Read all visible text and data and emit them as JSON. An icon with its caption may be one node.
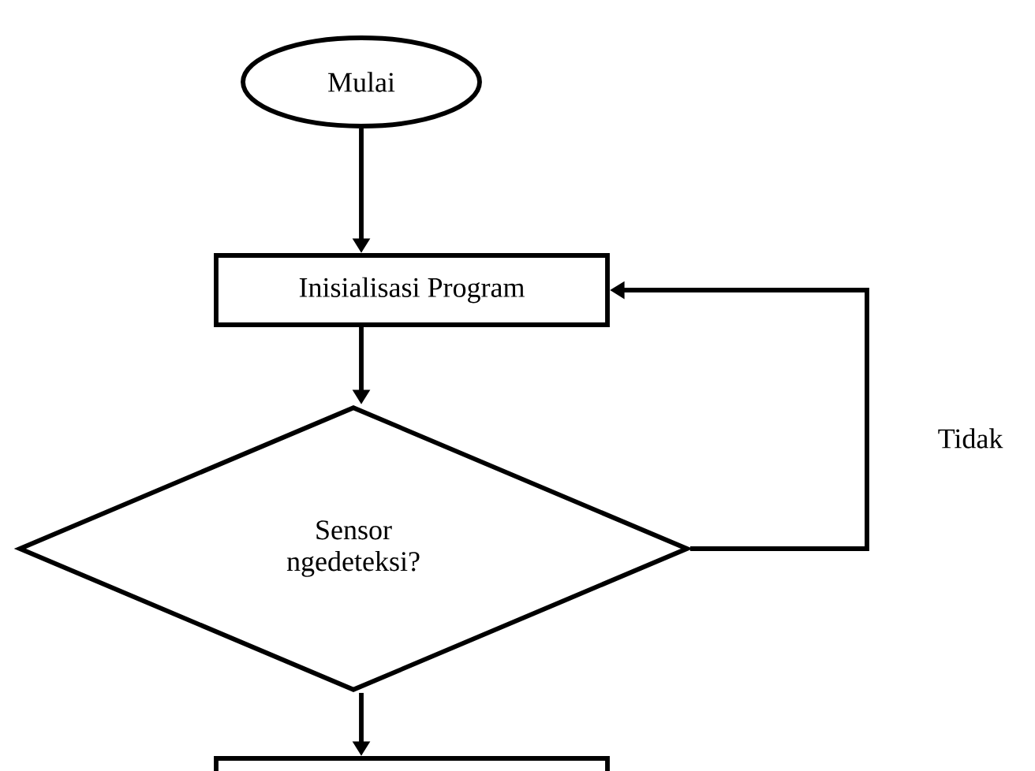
{
  "diagram": {
    "nodes": [
      {
        "text": [
          "Mulai"
        ]
      },
      {
        "text": [
          "Inisialisasi Program"
        ]
      },
      {
        "text": [
          "Sensor ngedeteksi?"
        ]
      },
      {
        "text": [],
        "shape": "box"
      }
    ],
    "edges": [
      {
        "from": 0,
        "to": 1,
        "arrow": "to"
      },
      {
        "from": 1,
        "to": 2,
        "arrow": "to"
      },
      {
        "from": 2,
        "to": 1,
        "arrow": "to",
        "label": "Tidak"
      },
      {
        "from": 2,
        "to": 3,
        "arrow": "to"
      }
    ]
  }
}
